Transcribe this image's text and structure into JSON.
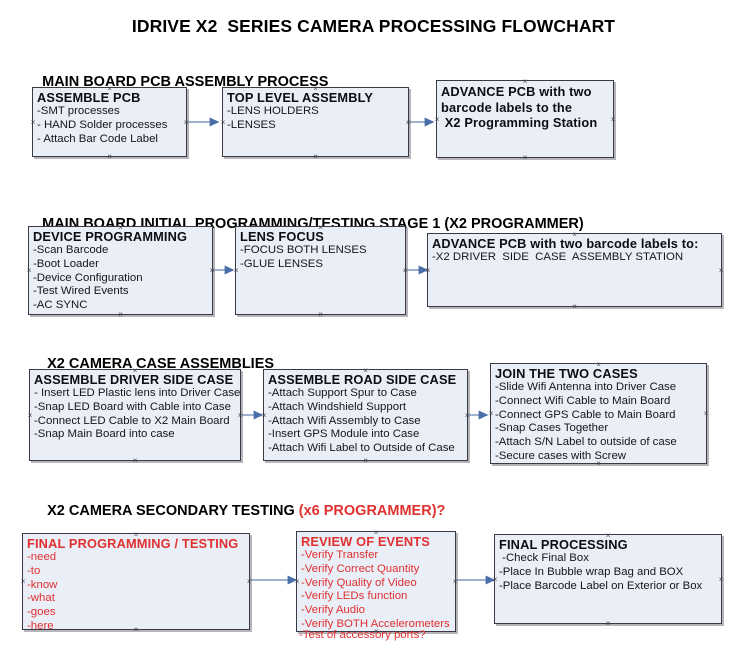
{
  "document": {
    "title": "IDRIVE X2  SERIES CAMERA PROCESSING FLOWCHART"
  },
  "sections": [
    {
      "id": "main-board-pcb-assembly-process",
      "heading": "MAIN BOARD PCB ASSEMBLY PROCESS",
      "heading_red": "",
      "boxes": [
        {
          "id": "assemble-pcb",
          "title": "ASSEMBLE PCB",
          "lines": [
            "-SMT processes",
            "- HAND Solder processes",
            "- Attach Bar Code Label"
          ],
          "color": "black"
        },
        {
          "id": "top-level-assembly",
          "title": "TOP LEVEL ASSEMBLY",
          "lines": [
            "-LENS HOLDERS",
            "-LENSES"
          ],
          "color": "black"
        },
        {
          "id": "advance-pcb-x2-programming-station",
          "title": "ADVANCE PCB with two\nbarcode labels to the\n X2 Programming Station",
          "lines": [],
          "color": "black"
        }
      ]
    },
    {
      "id": "main-board-initial-programming-testing-stage-1",
      "heading": "MAIN BOARD INITIAL PROGRAMMING/TESTING STAGE 1 (X2 PROGRAMMER)",
      "heading_red": "",
      "boxes": [
        {
          "id": "device-programming",
          "title": "DEVICE PROGRAMMING",
          "lines": [
            "-Scan Barcode",
            "-Boot Loader",
            "-Device Configuration",
            "-Test Wired Events",
            "-AC SYNC"
          ],
          "color": "black"
        },
        {
          "id": "lens-focus",
          "title": "LENS FOCUS",
          "lines": [
            "-FOCUS BOTH LENSES",
            "-GLUE LENSES"
          ],
          "color": "black"
        },
        {
          "id": "advance-pcb-driver-side-case-assembly-station",
          "title": "ADVANCE PCB with two barcode labels to:",
          "lines": [
            "-X2 DRIVER  SIDE  CASE  ASSEMBLY STATION"
          ],
          "color": "black"
        }
      ]
    },
    {
      "id": "x2-camera-case-assemblies",
      "heading": "X2 CAMERA CASE ASSEMBLIES",
      "heading_red": "",
      "boxes": [
        {
          "id": "assemble-driver-side-case",
          "title": "ASSEMBLE DRIVER SIDE CASE",
          "lines": [
            "- Insert LED Plastic lens into Driver Case",
            "-Snap LED Board with Cable into Case",
            "-Connect LED Cable to X2 Main Board",
            "-Snap Main Board into case"
          ],
          "color": "black"
        },
        {
          "id": "assemble-road-side-case",
          "title": "ASSEMBLE ROAD SIDE CASE",
          "lines": [
            "-Attach Support Spur to Case",
            "-Attach Windshield Support",
            "-Attach Wifi Assembly to Case",
            "-Insert GPS Module into Case",
            "-Attach Wifi Label to Outside of Case"
          ],
          "color": "black"
        },
        {
          "id": "join-the-two-cases",
          "title": "JOIN THE TWO CASES",
          "lines": [
            "-Slide Wifi Antenna into Driver Case",
            "-Connect Wifi Cable to Main Board",
            "-Connect GPS Cable to Main Board",
            "-Snap Cases Together",
            "-Attach S/N Label to outside of case",
            "-Secure cases with Screw"
          ],
          "color": "black"
        }
      ]
    },
    {
      "id": "x2-camera-secondary-testing",
      "heading": "X2 CAMERA SECONDARY TESTING ",
      "heading_red": "(x6 PROGRAMMER)?",
      "boxes": [
        {
          "id": "final-programming-testing",
          "title": "FINAL PROGRAMMING / TESTING",
          "lines": [
            "-need",
            "-to",
            "-know",
            "-what",
            "-goes",
            "-here"
          ],
          "color": "red"
        },
        {
          "id": "review-of-events",
          "title": "REVIEW OF EVENTS",
          "lines": [
            "-Verify Transfer",
            "-Verify Correct Quantity",
            "-Verify Quality of Video",
            "-Verify LEDs function",
            "-Verify Audio",
            "-Verify BOTH Accelerometers"
          ],
          "overflow_line": "-Test of accessory ports?",
          "color": "red"
        },
        {
          "id": "final-processing",
          "title": "FINAL PROCESSING",
          "lines": [
            " -Check Final Box",
            "-Place In Bubble wrap Bag and BOX",
            "-Place Barcode Label on Exterior or Box"
          ],
          "color": "black"
        }
      ]
    }
  ],
  "colors": {
    "box_fill": "#e9eef7",
    "box_border": "#3a3a46",
    "accent_red": "#e03030",
    "connector": "#7d98bd",
    "text": "#16161c"
  }
}
